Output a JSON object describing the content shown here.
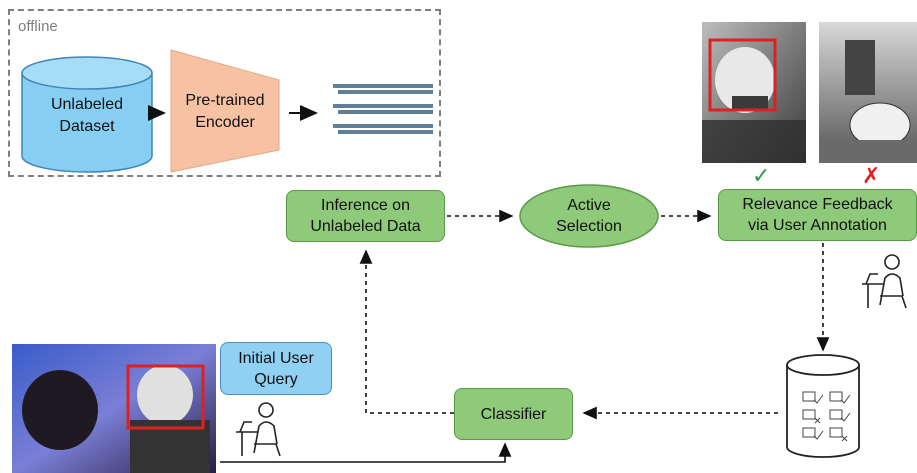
{
  "offline": {
    "label": "offline"
  },
  "nodes": {
    "unlabeled_dataset": "Unlabeled\nDataset",
    "encoder": "Pre-trained\nEncoder",
    "inference": "Inference on\nUnlabeled Data",
    "active_selection": "Active\nSelection",
    "relevance_feedback": "Relevance Feedback\nvia User Annotation",
    "initial_query": "Initial User\nQuery",
    "classifier": "Classifier"
  },
  "feedback_marks": {
    "positive": "✓",
    "negative": "✗"
  },
  "colors": {
    "green_node": "#8fc97a",
    "blue_node": "#8fd0f3",
    "database": "#86cff2",
    "encoder": "#f6c2a3",
    "check": "#2e9b4b",
    "cross": "#e02020",
    "bbox": "#e02020"
  },
  "icons": [
    "database-icon",
    "embedding-icon",
    "user-at-desk-icon",
    "annotated-database-icon"
  ]
}
